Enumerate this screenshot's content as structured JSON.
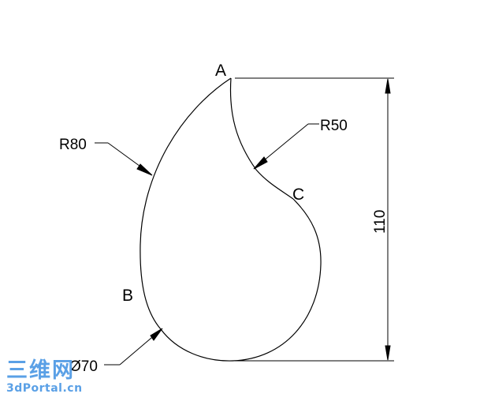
{
  "drawing": {
    "points": {
      "a": "A",
      "b": "B",
      "c": "C"
    },
    "dimensions": {
      "r80": "R80",
      "r50": "R50",
      "dia70": "Ø70",
      "height": "110"
    }
  },
  "watermark": {
    "cn": "三维网",
    "en": "3dPortal.cn",
    "color": "#5aa0e6"
  },
  "colors": {
    "line": "#000000",
    "background": "#ffffff"
  }
}
